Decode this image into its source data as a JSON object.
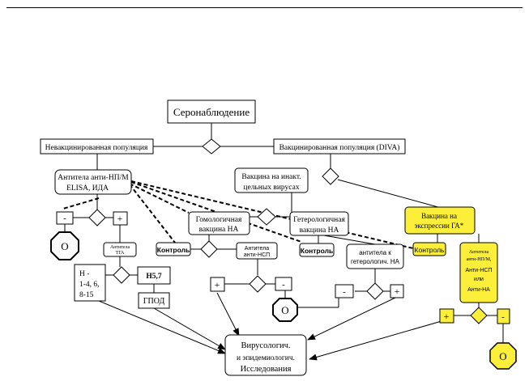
{
  "nodes": {
    "seronablyudenie": "Серонаблюдение",
    "unvaccinated": "Невакцинированная популяция",
    "vaccinated": "Вакцинированная популяция (DIVA)",
    "antibodies_np_m": [
      "Антитела анти-НП/М",
      "ELISA, ИДА"
    ],
    "inactivated_vaccine": [
      "Вакцина на инакт.",
      "цельных вирусах"
    ],
    "ha_expression_vaccine": [
      "Вакцина на",
      "экспрессии ГА*"
    ],
    "homologous_vaccine": [
      "Гомологичная",
      "вакцина НА"
    ],
    "heterologous_vaccine": [
      "Гетерологичная",
      "вакцина НА"
    ],
    "control_1": "Контроль",
    "control_2": "Контроль",
    "control_3": "Контроль",
    "antibodies_tga": [
      "Антитела",
      "ТГА"
    ],
    "antibodies_nsp": [
      "Антитела",
      "анти-НСП"
    ],
    "antibodies_heterolog": [
      "антитела к",
      "гетерологич. НА"
    ],
    "antibodies_nm_yellow": [
      "Антитела",
      "анти-НП/М,",
      "Анти-НСП",
      "или",
      "Анти-НА"
    ],
    "h_subtypes": [
      "Н  -",
      "1-4, 6,",
      "8-15"
    ],
    "h57": "Н5,7",
    "gpod": "ГПОД",
    "virology": [
      "Вирусологич.",
      "и эпидемиологич.",
      "Исследования"
    ]
  },
  "signs": {
    "minus": "-",
    "plus": "+",
    "zero": "О"
  },
  "colors": {
    "highlight": "#fbef3a",
    "line": "#000000",
    "background": "#ffffff"
  }
}
